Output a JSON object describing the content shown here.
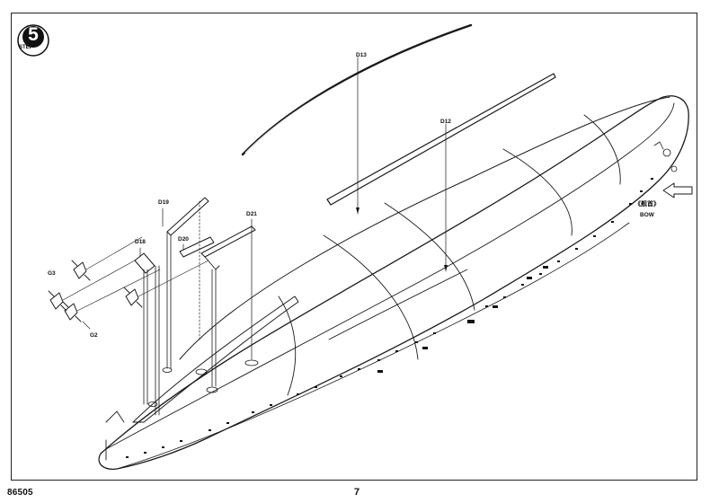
{
  "page": {
    "product_code": "86505",
    "page_number": "7"
  },
  "step": {
    "number": "5",
    "word": "STEP"
  },
  "part_labels": {
    "d13": "D13",
    "d12": "D12",
    "d19": "D19",
    "d18": "D18",
    "d20": "D20",
    "d21": "D21",
    "g3": "G3",
    "g2": "G2"
  },
  "bow": {
    "chinese": "《舰首》",
    "english": "BOW"
  },
  "icons": {
    "step": "step-circle-icon",
    "bow_arrow": "arrow-left-icon"
  }
}
